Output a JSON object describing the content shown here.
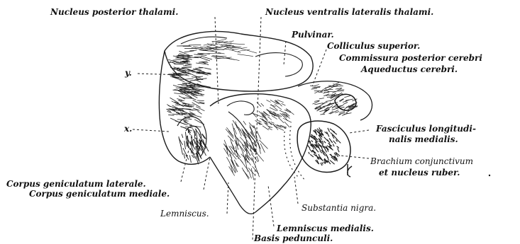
{
  "figure": {
    "labels": {
      "nucleus_posterior_thalami": "Nucleus posterior thalami.",
      "nucleus_ventralis_lateralis_thalami": "Nucleus ventralis lateralis thalami.",
      "pulvinar": "Pulvinar.",
      "colliculus_superior": "Colliculus superior.",
      "commissura_posterior_cerebri": "Commissura posterior cerebri",
      "aqueductus_cerebri": "Aqueductus cerebri.",
      "y": "y.",
      "x": "x.",
      "fasciculus_longitudinalis_medialis_1": "Fasciculus longitudi-",
      "fasciculus_longitudinalis_medialis_2": "nalis medialis.",
      "brachium_conjunctivum_1": "Brachium conjunctivum",
      "brachium_conjunctivum_2": "et nucleus ruber.",
      "corpus_geniculatum_laterale": "Corpus geniculatum laterale.",
      "corpus_geniculatum_mediale": "Corpus geniculatum mediale.",
      "lemniscus": "Lemniscus.",
      "substantia_nigra": "Substantia nigra.",
      "lemniscus_medialis": "Lemniscus medialis.",
      "basis_pedunculi": "Basis pedunculi."
    }
  }
}
